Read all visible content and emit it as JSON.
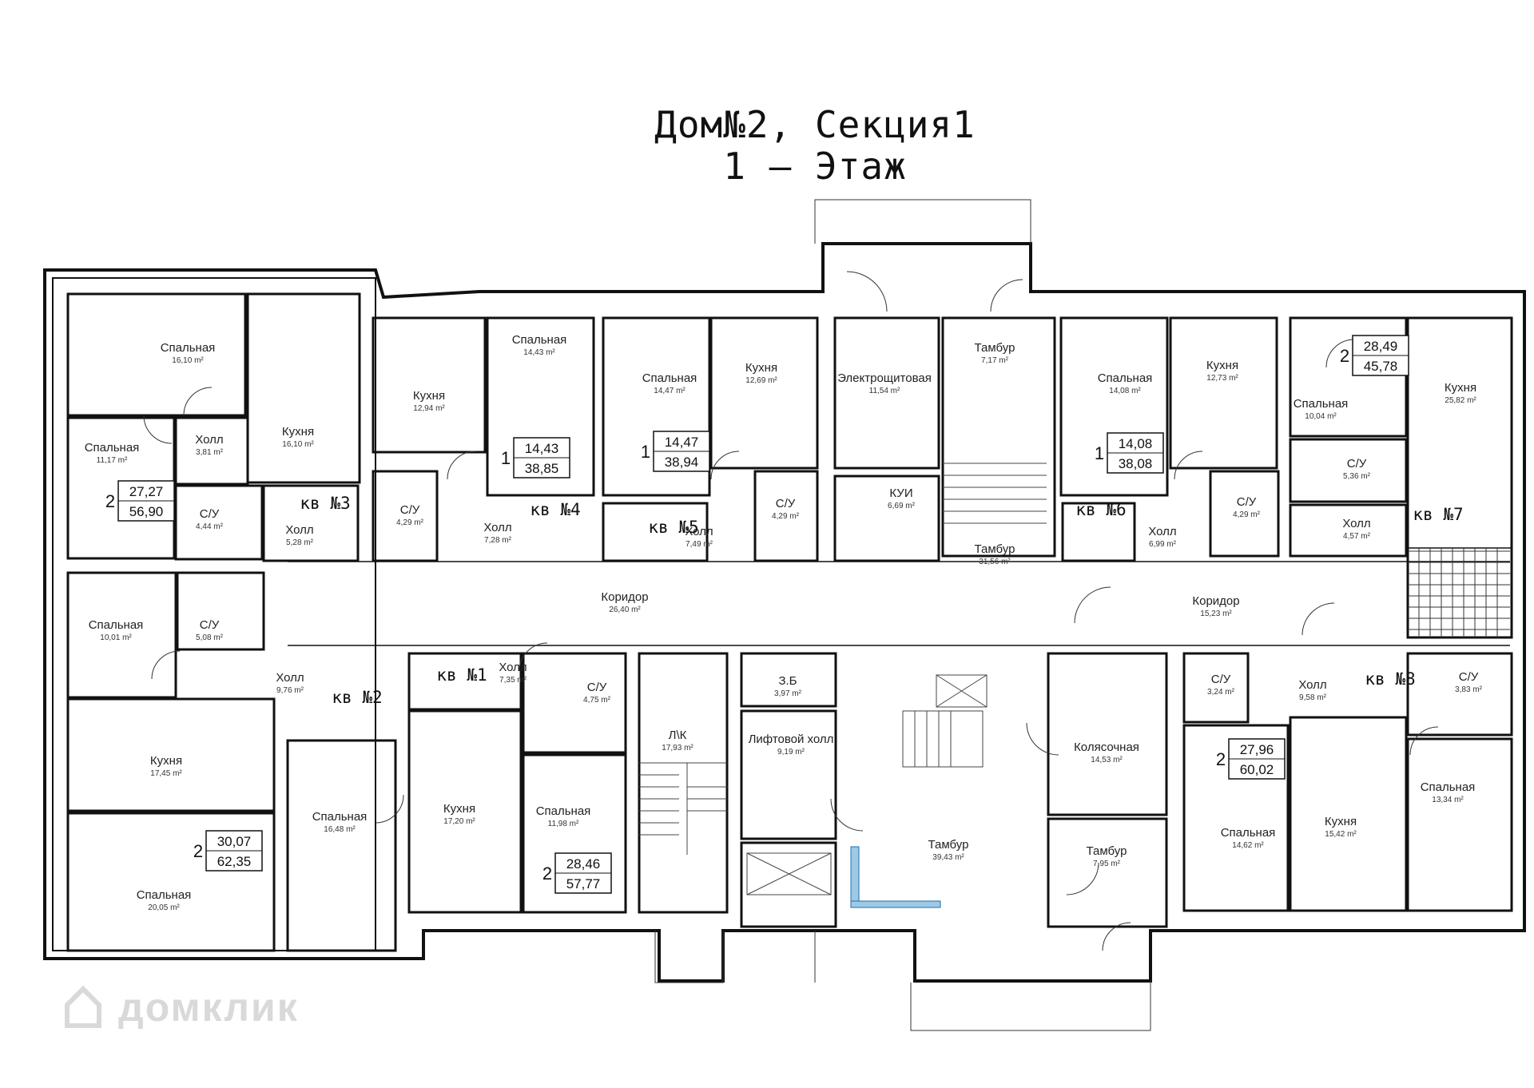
{
  "title": {
    "line1": "Дом№2, Секция1",
    "line2": "1 – Этаж"
  },
  "watermark": "домклик",
  "rooms": [
    {
      "id": "r1",
      "name": "Спальная",
      "area": "16,10 m²"
    },
    {
      "id": "r2",
      "name": "Кухня",
      "area": "16,10 m²"
    },
    {
      "id": "r3",
      "name": "Спальная",
      "area": "11,17 m²"
    },
    {
      "id": "r4",
      "name": "Холл",
      "area": "3,81 m²"
    },
    {
      "id": "r5",
      "name": "С/У",
      "area": "4,44 m²"
    },
    {
      "id": "r6",
      "name": "Холл",
      "area": "5,28 m²"
    },
    {
      "id": "r7",
      "name": "Кухня",
      "area": "12,94 m²"
    },
    {
      "id": "r8",
      "name": "Спальная",
      "area": "14,43 m²"
    },
    {
      "id": "r9",
      "name": "С/У",
      "area": "4,29 m²"
    },
    {
      "id": "r10",
      "name": "Холл",
      "area": "7,28 m²"
    },
    {
      "id": "r11",
      "name": "Спальная",
      "area": "14,47 m²"
    },
    {
      "id": "r12",
      "name": "Кухня",
      "area": "12,69 m²"
    },
    {
      "id": "r13",
      "name": "Холл",
      "area": "7,49 m²"
    },
    {
      "id": "r14",
      "name": "С/У",
      "area": "4,29 m²"
    },
    {
      "id": "r15",
      "name": "Электрощитовая",
      "area": "11,54 m²"
    },
    {
      "id": "r16",
      "name": "КУИ",
      "area": "6,69 m²"
    },
    {
      "id": "r17",
      "name": "Тамбур",
      "area": "7,17 m²"
    },
    {
      "id": "r18",
      "name": "Тамбур",
      "area": "31,56 m²"
    },
    {
      "id": "r19",
      "name": "Спальная",
      "area": "14,08 m²"
    },
    {
      "id": "r20",
      "name": "Кухня",
      "area": "12,73 m²"
    },
    {
      "id": "r21",
      "name": "Холл",
      "area": "6,99 m²"
    },
    {
      "id": "r22",
      "name": "С/У",
      "area": "4,29 m²"
    },
    {
      "id": "r23",
      "name": "Спальная",
      "area": "10,04 m²"
    },
    {
      "id": "r24",
      "name": "Кухня",
      "area": "25,82 m²"
    },
    {
      "id": "r25",
      "name": "С/У",
      "area": "5,36 m²"
    },
    {
      "id": "r26",
      "name": "Холл",
      "area": "4,57 m²"
    },
    {
      "id": "r27",
      "name": "Спальная",
      "area": "10,01 m²"
    },
    {
      "id": "r28",
      "name": "С/У",
      "area": "5,08 m²"
    },
    {
      "id": "r29",
      "name": "Коридор",
      "area": "26,40 m²"
    },
    {
      "id": "r30",
      "name": "Коридор",
      "area": "15,23 m²"
    },
    {
      "id": "r31",
      "name": "Холл",
      "area": "9,76 m²"
    },
    {
      "id": "r32",
      "name": "Холл",
      "area": "7,35 m²"
    },
    {
      "id": "r33",
      "name": "С/У",
      "area": "4,75 m²"
    },
    {
      "id": "r34",
      "name": "Л\\К",
      "area": "17,93 m²"
    },
    {
      "id": "r35",
      "name": "З.Б",
      "area": "3,97 m²"
    },
    {
      "id": "r36",
      "name": "Лифтовой холл",
      "area": "9,19 m²"
    },
    {
      "id": "r37",
      "name": "Колясочная",
      "area": "14,53 m²"
    },
    {
      "id": "r38",
      "name": "С/У",
      "area": "3,24 m²"
    },
    {
      "id": "r39",
      "name": "Холл",
      "area": "9,58 m²"
    },
    {
      "id": "r40",
      "name": "С/У",
      "area": "3,83 m²"
    },
    {
      "id": "r41",
      "name": "Кухня",
      "area": "17,45 m²"
    },
    {
      "id": "r42",
      "name": "Спальная",
      "area": "16,48 m²"
    },
    {
      "id": "r43",
      "name": "Кухня",
      "area": "17,20 m²"
    },
    {
      "id": "r44",
      "name": "Спальная",
      "area": "11,98 m²"
    },
    {
      "id": "r45",
      "name": "Тамбур",
      "area": "39,43 m²"
    },
    {
      "id": "r46",
      "name": "Тамбур",
      "area": "7,95 m²"
    },
    {
      "id": "r47",
      "name": "Спальная",
      "area": "14,62 m²"
    },
    {
      "id": "r48",
      "name": "Кухня",
      "area": "15,42 m²"
    },
    {
      "id": "r49",
      "name": "Спальная",
      "area": "13,34 m²"
    },
    {
      "id": "r50",
      "name": "Спальная",
      "area": "20,05 m²"
    }
  ],
  "apartments": [
    {
      "id": "a1",
      "label": "кв №1"
    },
    {
      "id": "a2",
      "label": "кв №2"
    },
    {
      "id": "a3",
      "label": "кв №3"
    },
    {
      "id": "a4",
      "label": "кв №4"
    },
    {
      "id": "a5",
      "label": "кв №5"
    },
    {
      "id": "a6",
      "label": "кв №6"
    },
    {
      "id": "a7",
      "label": "кв №7"
    },
    {
      "id": "a8",
      "label": "кв №8"
    }
  ],
  "area_boxes": [
    {
      "id": "b3",
      "rooms": "2",
      "living": "27,27",
      "total": "56,90"
    },
    {
      "id": "b4",
      "rooms": "1",
      "living": "14,43",
      "total": "38,85"
    },
    {
      "id": "b5",
      "rooms": "1",
      "living": "14,47",
      "total": "38,94"
    },
    {
      "id": "b6",
      "rooms": "1",
      "living": "14,08",
      "total": "38,08"
    },
    {
      "id": "b7",
      "rooms": "2",
      "living": "28,49",
      "total": "45,78"
    },
    {
      "id": "b2",
      "rooms": "2",
      "living": "30,07",
      "total": "62,35"
    },
    {
      "id": "b1",
      "rooms": "2",
      "living": "28,46",
      "total": "57,77"
    },
    {
      "id": "b8",
      "rooms": "2",
      "living": "27,96",
      "total": "60,02"
    }
  ]
}
